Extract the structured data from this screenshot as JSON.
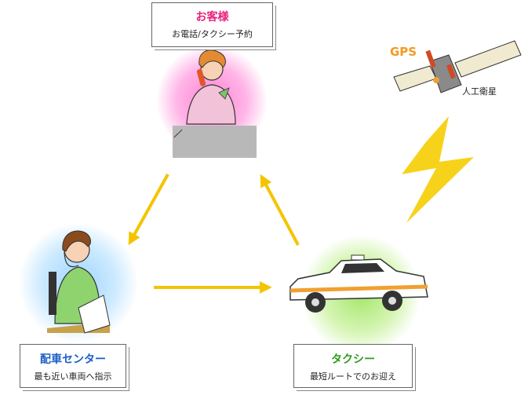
{
  "customer": {
    "title": "お客様",
    "subtitle": "お電話/タクシー予約"
  },
  "center": {
    "title": "配車センター",
    "subtitle": "最も近い車両へ指示"
  },
  "taxi": {
    "title": "タクシー",
    "subtitle": "最短ルートでのお迎え"
  },
  "gps": {
    "label": "GPS",
    "satellite_label": "人工衛星"
  },
  "colors": {
    "customer": "#e91e7a",
    "center": "#1a5fc7",
    "taxi": "#2f9a1e",
    "gps": "#f39a1e",
    "arrow": "#f5c400",
    "lightning": "#f7d21a"
  }
}
